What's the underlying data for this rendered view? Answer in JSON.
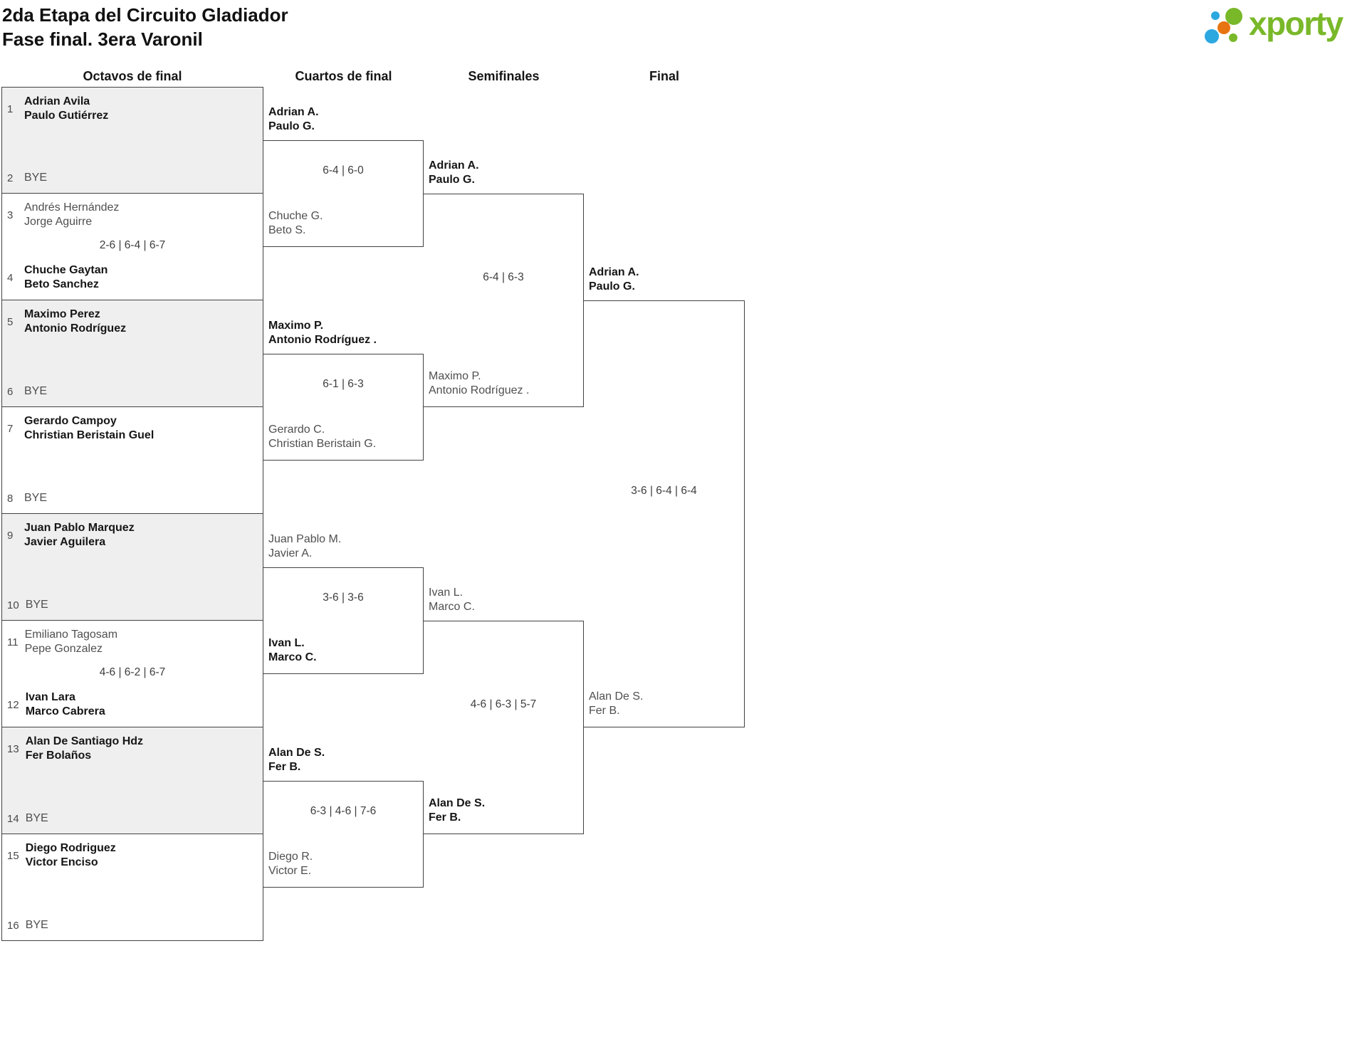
{
  "title": {
    "line1": "2da Etapa del Circuito Gladiador",
    "line2": "Fase final. 3era Varonil"
  },
  "logo": {
    "text": "xporty",
    "brand_green": "#79b829",
    "brand_blue": "#2ca8e0",
    "brand_orange": "#e87411"
  },
  "rounds": [
    {
      "label": "Octavos de final"
    },
    {
      "label": "Cuartos de final"
    },
    {
      "label": "Semifinales"
    },
    {
      "label": "Final"
    }
  ],
  "octavos": [
    {
      "seed_a": "1",
      "a1": "Adrian Avila",
      "a2": "Paulo Gutiérrez",
      "score": "",
      "seed_b": "2",
      "b1": "BYE",
      "b2": ""
    },
    {
      "seed_a": "3",
      "a1": "Andrés Hernández",
      "a2": "Jorge Aguirre",
      "score": "2-6 | 6-4 | 6-7",
      "seed_b": "4",
      "b1": "Chuche Gaytan",
      "b2": "Beto Sanchez"
    },
    {
      "seed_a": "5",
      "a1": "Maximo Perez",
      "a2": "Antonio Rodríguez",
      "score": "",
      "seed_b": "6",
      "b1": "BYE",
      "b2": ""
    },
    {
      "seed_a": "7",
      "a1": "Gerardo Campoy",
      "a2": "Christian Beristain Guel",
      "score": "",
      "seed_b": "8",
      "b1": "BYE",
      "b2": ""
    },
    {
      "seed_a": "9",
      "a1": "Juan Pablo Marquez",
      "a2": "Javier Aguilera",
      "score": "",
      "seed_b": "10",
      "b1": "BYE",
      "b2": ""
    },
    {
      "seed_a": "11",
      "a1": "Emiliano Tagosam",
      "a2": "Pepe Gonzalez",
      "score": "4-6 | 6-2 | 6-7",
      "seed_b": "12",
      "b1": "Ivan Lara",
      "b2": "Marco Cabrera"
    },
    {
      "seed_a": "13",
      "a1": "Alan De Santiago Hdz",
      "a2": "Fer Bolaños",
      "score": "",
      "seed_b": "14",
      "b1": "BYE",
      "b2": ""
    },
    {
      "seed_a": "15",
      "a1": "Diego Rodriguez",
      "a2": "Victor Enciso",
      "score": "",
      "seed_b": "16",
      "b1": "BYE",
      "b2": ""
    }
  ],
  "cuartos": [
    {
      "a1": "Adrian A.",
      "a2": "Paulo G.",
      "score": "6-4 | 6-0",
      "b1": "Chuche G.",
      "b2": "Beto S."
    },
    {
      "a1": "Maximo P.",
      "a2": "Antonio Rodríguez .",
      "score": "6-1 | 6-3",
      "b1": "Gerardo C.",
      "b2": "Christian Beristain G."
    },
    {
      "a1": "Juan Pablo M.",
      "a2": "Javier A.",
      "score": "3-6 | 3-6",
      "b1": "Ivan L.",
      "b2": "Marco C."
    },
    {
      "a1": "Alan De S.",
      "a2": "Fer B.",
      "score": "6-3 | 4-6 | 7-6",
      "b1": "Diego R.",
      "b2": "Victor E."
    }
  ],
  "semifinales": [
    {
      "a1": "Adrian A.",
      "a2": "Paulo G.",
      "score": "6-4 | 6-3",
      "b1": "Maximo P.",
      "b2": "Antonio Rodríguez ."
    },
    {
      "a1": "Ivan L.",
      "a2": "Marco C.",
      "score": "4-6 | 6-3 | 5-7",
      "b1": "Alan De S.",
      "b2": "Fer B."
    }
  ],
  "final": [
    {
      "a1": "Adrian A.",
      "a2": "Paulo G.",
      "score": "3-6 | 6-4 | 6-4",
      "b1": "Alan De S.",
      "b2": "Fer B."
    }
  ]
}
